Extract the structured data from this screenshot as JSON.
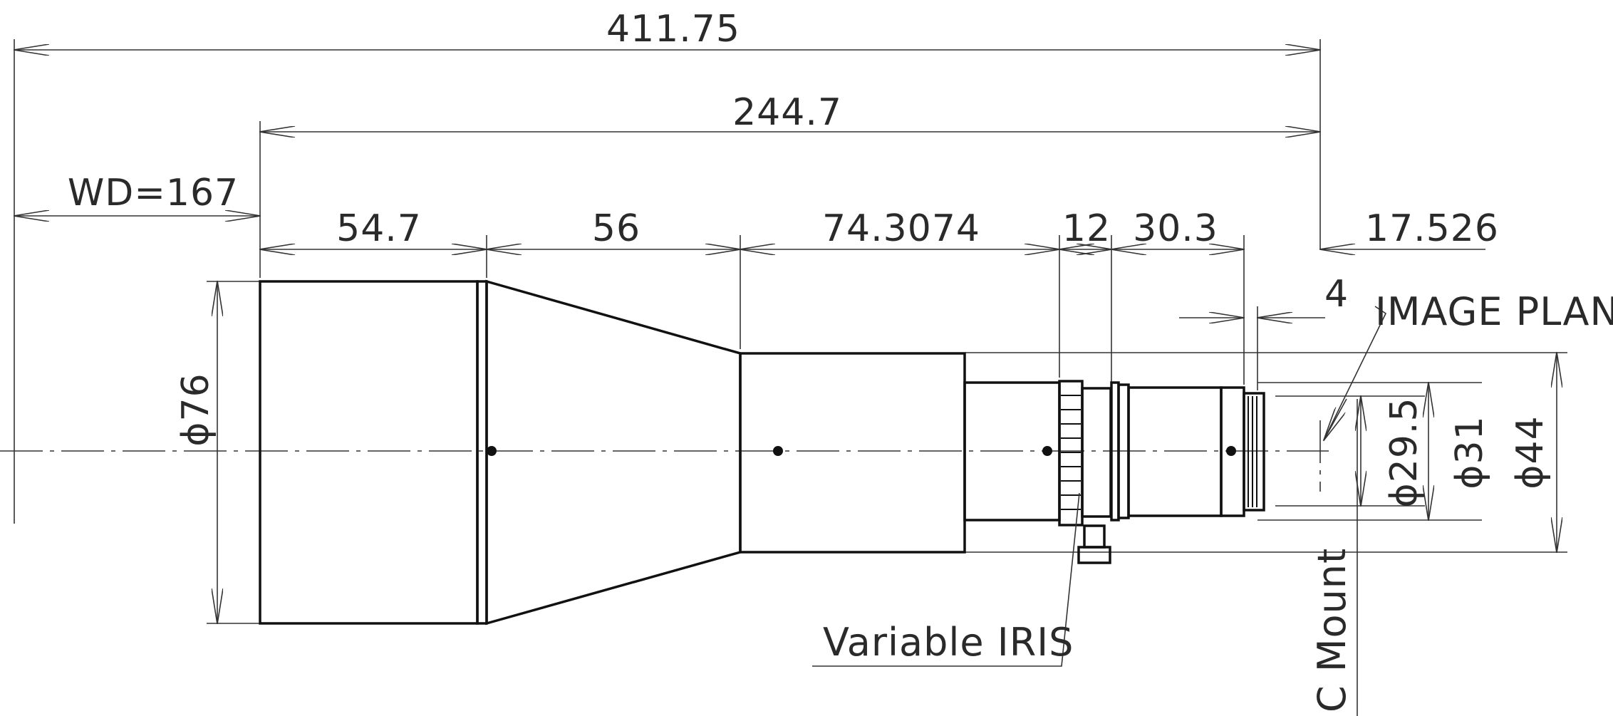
{
  "dimensions": {
    "overall_length": "411.75",
    "lens_length": "244.7",
    "working_distance": "WD=167",
    "front_barrel": "54.7",
    "taper": "56",
    "mid_barrel": "74.3074",
    "iris_ring": "12",
    "rear_barrel": "30.3",
    "back_focal": "17.526",
    "mount_flange": "4",
    "front_diameter": "ϕ76",
    "mount_diameter_1": "ϕ29.5",
    "mount_diameter_2": "ϕ31",
    "rear_diameter": "ϕ44"
  },
  "labels": {
    "image_plane": "IMAGE PLANE",
    "variable_iris": "Variable IRIS",
    "c_mount": "C Mount"
  },
  "colors": {
    "line": "#111111",
    "background": "#ffffff"
  }
}
